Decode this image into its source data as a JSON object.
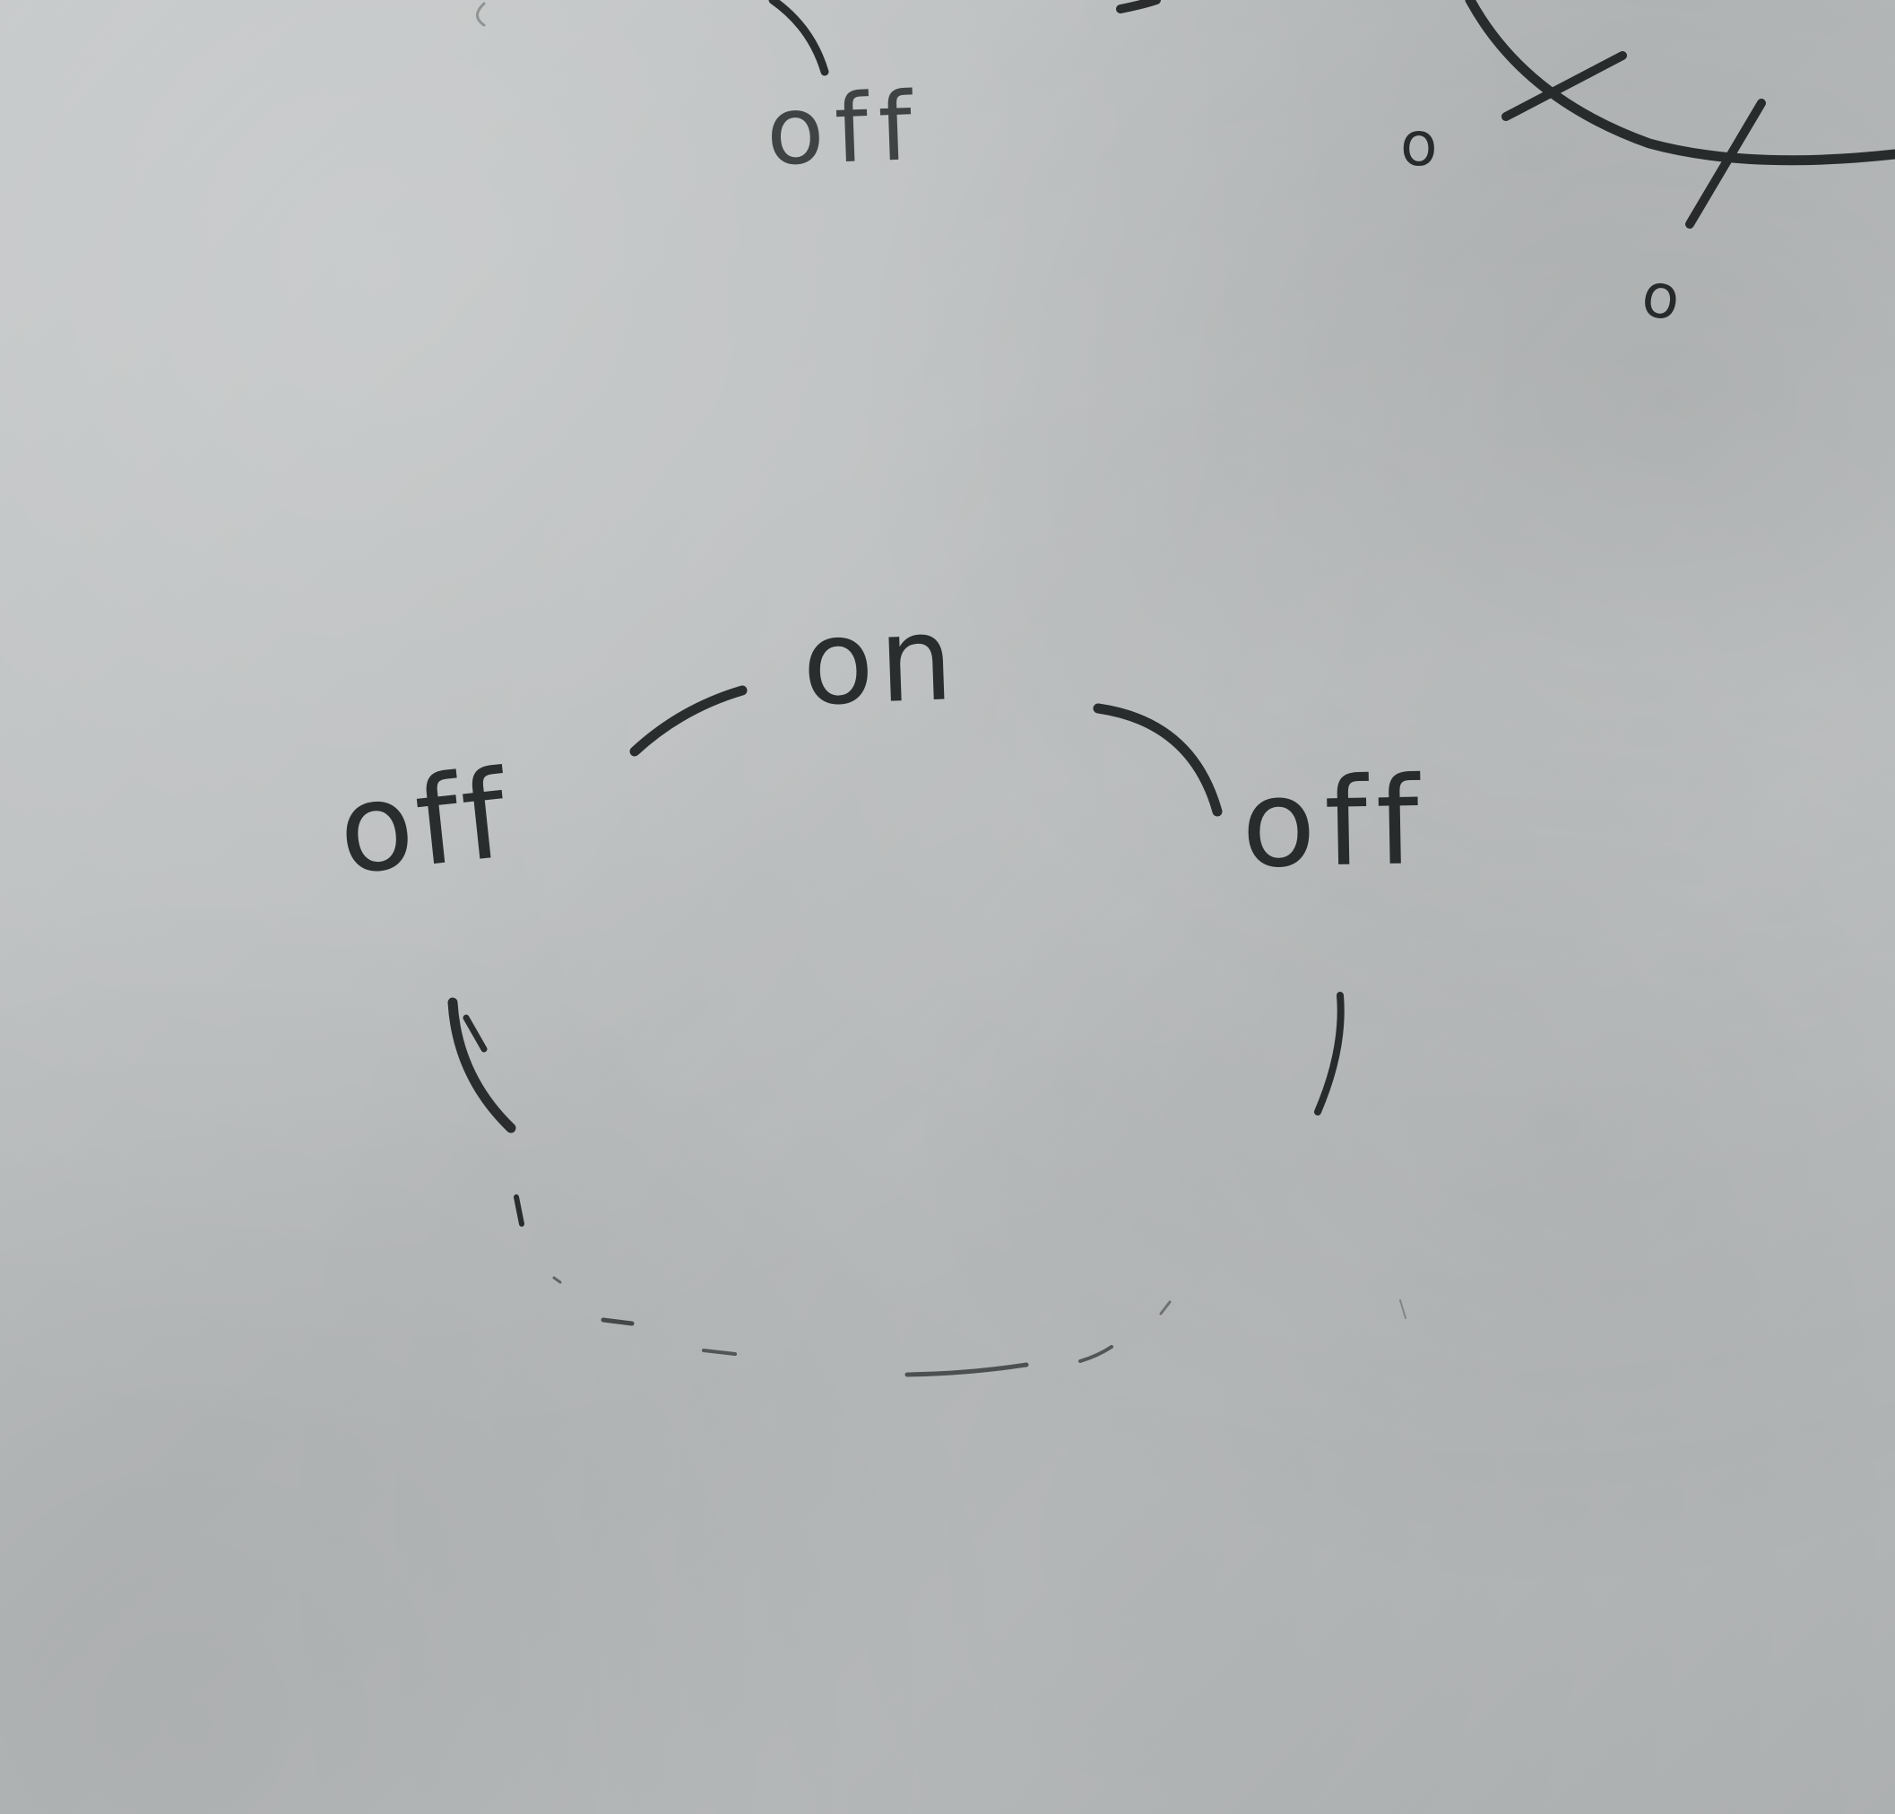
{
  "sketch": {
    "ink_color": "#2a2d2e",
    "labels": {
      "top_off": "off",
      "top_o1": "o",
      "top_o2": "o",
      "on": "on",
      "left_off": "off",
      "right_off": "off"
    }
  }
}
